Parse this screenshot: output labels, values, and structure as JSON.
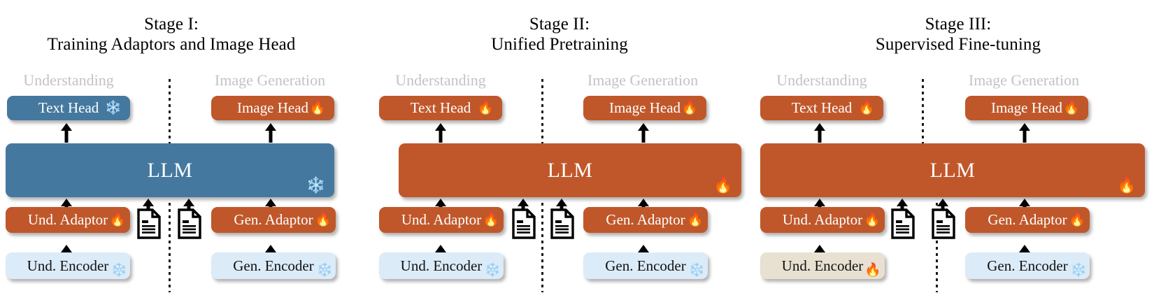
{
  "diagram": {
    "title_note": "Three-stage training pipeline for a unified multimodal model",
    "colors": {
      "blue": "#44789F",
      "orange": "#C0572A",
      "light_blue": "#DCEBF8",
      "beige": "#E8E1D2",
      "caption_gray": "#C3C3C3",
      "text_white": "#FFFFFF",
      "text_black": "#111111"
    },
    "icons": {
      "flame": "🔥",
      "snowflake": "❄",
      "document": "document-icon"
    },
    "legend": {
      "flame_meaning": "trainable",
      "snowflake_meaning": "frozen"
    }
  },
  "stages": [
    {
      "id": "stage-1",
      "title_line1": "Stage I:",
      "title_line2": "Training Adaptors and Image Head",
      "captions": {
        "left": "Understanding",
        "right": "Image Generation"
      },
      "llm": {
        "label": "LLM",
        "color": "blue",
        "state": "frozen",
        "badge": "snowflake"
      },
      "heads": [
        {
          "label": "Text Head",
          "color": "blue",
          "state": "frozen",
          "badge": "snowflake"
        },
        {
          "label": "Image Head",
          "color": "orange",
          "state": "trainable",
          "badge": "flame"
        }
      ],
      "adaptors": [
        {
          "label": "Und. Adaptor",
          "color": "orange",
          "state": "trainable",
          "badge": "flame"
        },
        {
          "label": "Gen. Adaptor",
          "color": "orange",
          "state": "trainable",
          "badge": "flame"
        }
      ],
      "encoders": [
        {
          "label": "Und. Encoder",
          "color": "light_blue",
          "state": "frozen",
          "badge": "snowflake"
        },
        {
          "label": "Gen. Encoder",
          "color": "light_blue",
          "state": "frozen",
          "badge": "snowflake"
        }
      ],
      "documents": 2
    },
    {
      "id": "stage-2",
      "title_line1": "Stage II:",
      "title_line2": "Unified Pretraining",
      "captions": {
        "left": "Understanding",
        "right": "Image Generation"
      },
      "llm": {
        "label": "LLM",
        "color": "orange",
        "state": "trainable",
        "badge": "flame"
      },
      "heads": [
        {
          "label": "Text Head",
          "color": "orange",
          "state": "trainable",
          "badge": "flame"
        },
        {
          "label": "Image Head",
          "color": "orange",
          "state": "trainable",
          "badge": "flame"
        }
      ],
      "adaptors": [
        {
          "label": "Und. Adaptor",
          "color": "orange",
          "state": "trainable",
          "badge": "flame"
        },
        {
          "label": "Gen. Adaptor",
          "color": "orange",
          "state": "trainable",
          "badge": "flame"
        }
      ],
      "encoders": [
        {
          "label": "Und. Encoder",
          "color": "light_blue",
          "state": "frozen",
          "badge": "snowflake"
        },
        {
          "label": "Gen. Encoder",
          "color": "light_blue",
          "state": "frozen",
          "badge": "snowflake"
        }
      ],
      "documents": 2
    },
    {
      "id": "stage-3",
      "title_line1": "Stage III:",
      "title_line2": "Supervised Fine-tuning",
      "captions": {
        "left": "Understanding",
        "right": "Image Generation"
      },
      "llm": {
        "label": "LLM",
        "color": "orange",
        "state": "trainable",
        "badge": "flame"
      },
      "heads": [
        {
          "label": "Text Head",
          "color": "orange",
          "state": "trainable",
          "badge": "flame"
        },
        {
          "label": "Image Head",
          "color": "orange",
          "state": "trainable",
          "badge": "flame"
        }
      ],
      "adaptors": [
        {
          "label": "Und. Adaptor",
          "color": "orange",
          "state": "trainable",
          "badge": "flame"
        },
        {
          "label": "Gen. Adaptor",
          "color": "orange",
          "state": "trainable",
          "badge": "flame"
        }
      ],
      "encoders": [
        {
          "label": "Und. Encoder",
          "color": "beige",
          "state": "trainable",
          "badge": "flame"
        },
        {
          "label": "Gen. Encoder",
          "color": "light_blue",
          "state": "frozen",
          "badge": "snowflake"
        }
      ],
      "documents": 2
    }
  ]
}
